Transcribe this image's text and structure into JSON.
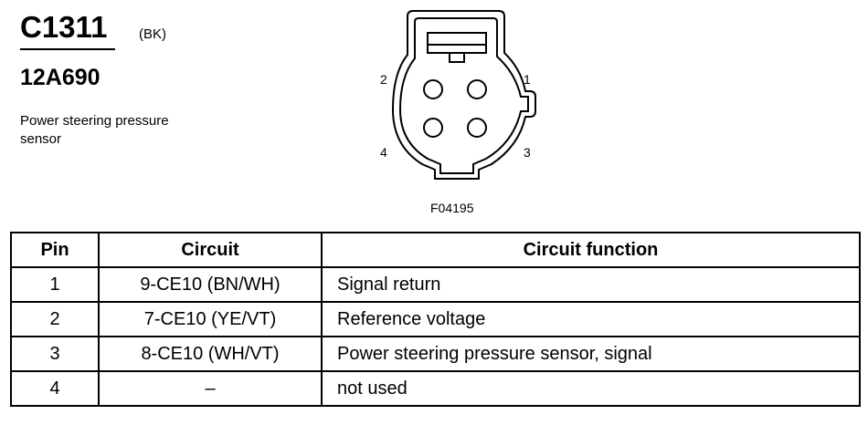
{
  "connector": {
    "id": "C1311",
    "color_code": "(BK)",
    "part_number": "12A690",
    "description": "Power steering pressure sensor",
    "figure_id": "F04195",
    "pin_labels": [
      "1",
      "2",
      "3",
      "4"
    ]
  },
  "table": {
    "headers": {
      "pin": "Pin",
      "circuit": "Circuit",
      "function": "Circuit function"
    },
    "rows": [
      {
        "pin": "1",
        "circuit": "9-CE10 (BN/WH)",
        "function": "Signal return"
      },
      {
        "pin": "2",
        "circuit": "7-CE10 (YE/VT)",
        "function": "Reference voltage"
      },
      {
        "pin": "3",
        "circuit": "8-CE10 (WH/VT)",
        "function": "Power steering pressure sensor, signal"
      },
      {
        "pin": "4",
        "circuit": "–",
        "function": "not used"
      }
    ]
  }
}
